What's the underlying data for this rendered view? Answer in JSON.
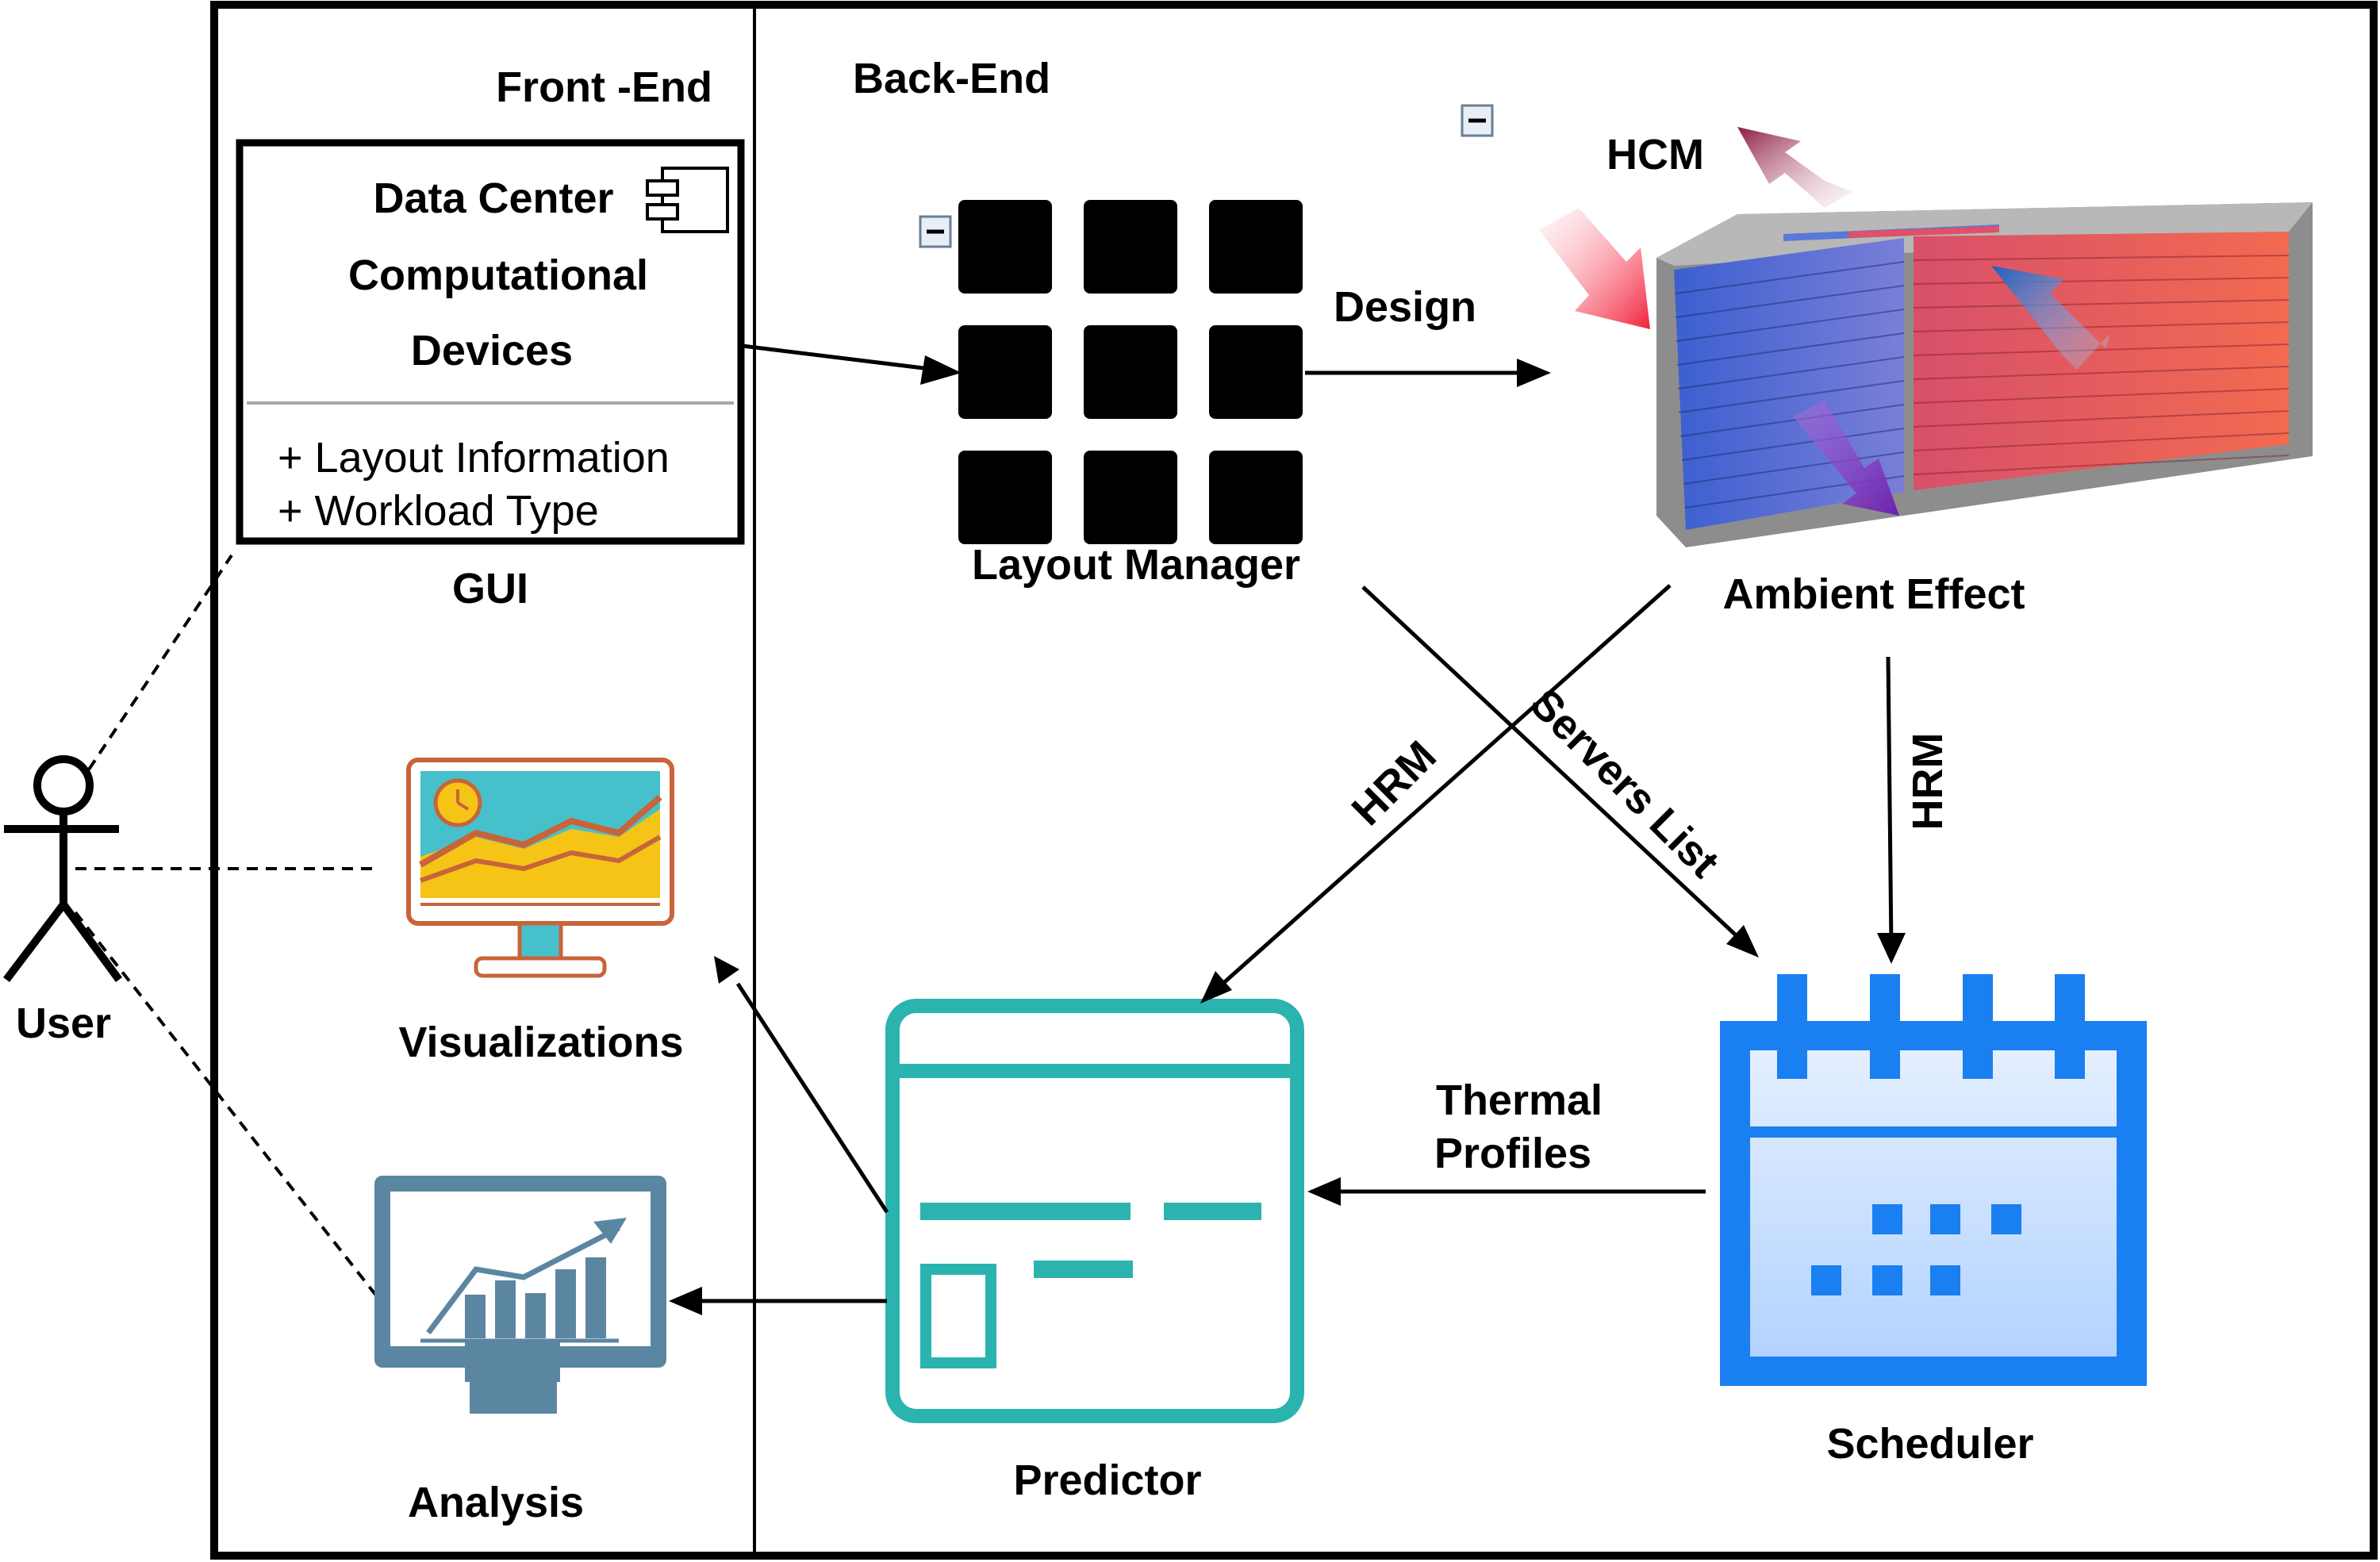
{
  "sections": {
    "front_end": "Front -End",
    "back_end": "Back-End"
  },
  "gui": {
    "title_lines": [
      "Data Center",
      "Computational",
      "Devices"
    ],
    "attributes": [
      "+ Layout Information",
      "+ Workload Type"
    ],
    "label": "GUI"
  },
  "actor": {
    "label": "User"
  },
  "nodes": {
    "layout_manager": "Layout Manager",
    "ambient_effect": "Ambient Effect",
    "hcm": "HCM",
    "predictor": "Predictor",
    "scheduler": "Scheduler",
    "visualizations": "Visualizations",
    "analysis": "Analysis"
  },
  "edges": {
    "design": "Design",
    "hrm_left": "HRM",
    "servers_list": "Servers List",
    "hrm_right": "HRM",
    "thermal_line1": "Thermal",
    "thermal_line2": "Profiles"
  },
  "icons": [
    "uml-component-icon",
    "server-grid-icon",
    "heat-exchanger-icon",
    "monitor-chart-icon",
    "analytics-monitor-icon",
    "predictor-panel-icon",
    "calendar-icon",
    "collapse-icon"
  ],
  "colors": {
    "teal": "#2bb3b0",
    "scheduler_blue": "#1a7ff0",
    "analysis_slate": "#5b86a2",
    "viz_frame": "#c8643a",
    "viz_screen": "#46c1cc",
    "viz_fill": "#f6c416"
  }
}
